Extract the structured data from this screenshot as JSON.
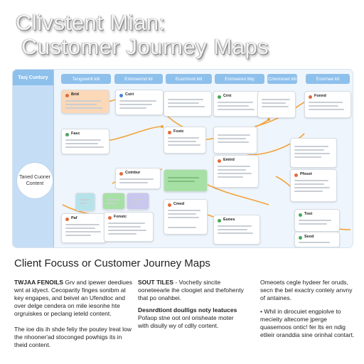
{
  "header": {
    "title_line1": "Clivstent Mian:",
    "title_line2": "Customer Journey Maps"
  },
  "diagram": {
    "sidebar_title": "Tasj Cuntury",
    "sidebar_circle": "Taned Cuoner Content",
    "stages": [
      "Tengowntl kiti",
      "Enmoennd kli",
      "Euormont kili",
      "Enmeeren tkly",
      "Cmorreoet kili",
      "Eovrnee kli"
    ],
    "colors": {
      "sidebar": "#c5def6",
      "stage": "#8ec0ec",
      "link": "#f2a33a",
      "peach": "#fbd8b8",
      "green": "#a6e0a4",
      "teal": "#b6e3ea",
      "lilac": "#c9c6f0"
    },
    "cards": [
      {
        "label": "Brid",
        "icon": "#e26b3b"
      },
      {
        "label": "Fasc",
        "icon": "#4aa65a"
      },
      {
        "label": "Paf",
        "icon": "#e26b3b"
      },
      {
        "label": "Csiri",
        "icon": "#4a7fd1"
      },
      {
        "label": "Cotnbur",
        "icon": "#e26b3b"
      },
      {
        "label": "Fonstc",
        "icon": "#e26b3b"
      },
      {
        "label": "Fostc",
        "icon": "#e26b3b"
      },
      {
        "label": "Cmed",
        "icon": "#e26b3b"
      },
      {
        "label": "Crnt",
        "icon": "#4aa65a"
      },
      {
        "label": "Emtrd",
        "icon": "#e26b3b"
      },
      {
        "label": "Euoes",
        "icon": "#4aa65a"
      },
      {
        "label": "Fonnd",
        "icon": "#e26b3b"
      },
      {
        "label": "Pfosst",
        "icon": "#e26b3b"
      },
      {
        "label": "Tost",
        "icon": "#4aa65a"
      },
      {
        "label": "Seod",
        "icon": "#4aa65a"
      }
    ]
  },
  "footer": {
    "subtitle": "Client Focuss or Customer Journey Maps",
    "col1_bold": "TWJAA FENOILS",
    "col1_text": " Grv and ipewer deediues wnt at idyect. Cecoparity finges sonibm at key engapes, and beivel an Ufendloc and over delge cendera on mile iesonhe hte orgruiskes or peclang ieteld content.",
    "col1_text2": "The ioe dis ih shde feliy the poutey lreat low the nhooner'ad stoconged powhigs its in theid content.",
    "col2_bold": "SOUT TILES",
    "col2_text": " - Vochetly sincite ooneteearle ihe cloogiet and thefohenty that po onahbei.",
    "col2_bold2": "Desnrdtiont doulligs noty leatuces",
    "col2_text2": "Pofaop stne oot onl orisheate moter with disully wy of cdlly cortent.",
    "col3_text": "Omeoets cegle hydeer fer oruds, secn the bel exactry conleiy anvny of antaines.",
    "col3_text2": "• Whil in dirocuiet engpiolve to mecieity altecome jperge quasemoos ontic! fer lts en ndig etlieir oranddia sine orinhal contart."
  }
}
